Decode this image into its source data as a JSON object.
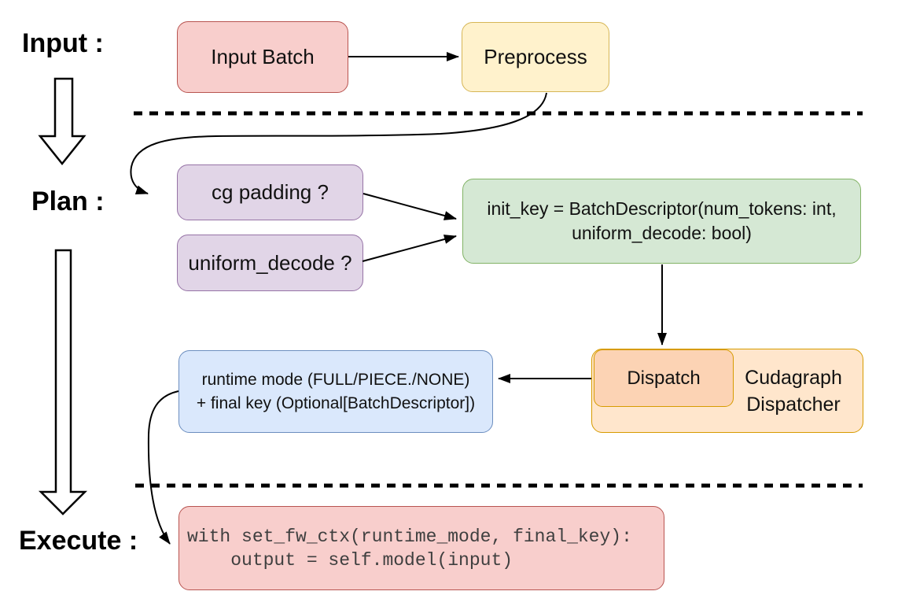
{
  "stages": {
    "input_label": "Input :",
    "plan_label": "Plan :",
    "execute_label": "Execute :"
  },
  "nodes": {
    "input_batch": {
      "label": "Input Batch",
      "fill": "#f8cecc",
      "stroke": "#b85450"
    },
    "preprocess": {
      "label": "Preprocess",
      "fill": "#fff2cc",
      "stroke": "#d6b656"
    },
    "cg_padding": {
      "label": "cg padding ?",
      "fill": "#e1d5e7",
      "stroke": "#9673a6"
    },
    "uniform_decode": {
      "label": "uniform_decode ?",
      "fill": "#e1d5e7",
      "stroke": "#9673a6"
    },
    "init_key": {
      "line1": "init_key = BatchDescriptor(num_tokens: int,",
      "line2": "uniform_decode: bool)",
      "fill": "#d5e8d4",
      "stroke": "#82b366"
    },
    "dispatch": {
      "label": "Dispatch",
      "fill": "#fcd3b4",
      "stroke": "#d79b00"
    },
    "cudagraph_dispatcher": {
      "label": "Cudagraph Dispatcher",
      "fill": "#ffe6cc",
      "stroke": "#d79b00"
    },
    "runtime_mode": {
      "line1": "runtime mode (FULL/PIECE./NONE)",
      "line2": "+ final key (Optional[BatchDescriptor])",
      "fill": "#dae8fc",
      "stroke": "#6c8ebf"
    },
    "execute_code": {
      "line1": "with set_fw_ctx(runtime_mode, final_key):",
      "line2": "    output = self.model(input)",
      "fill": "#f8cecc",
      "stroke": "#b85450",
      "text_color": "#3f3f3f"
    }
  },
  "arrow_color": "#000000"
}
